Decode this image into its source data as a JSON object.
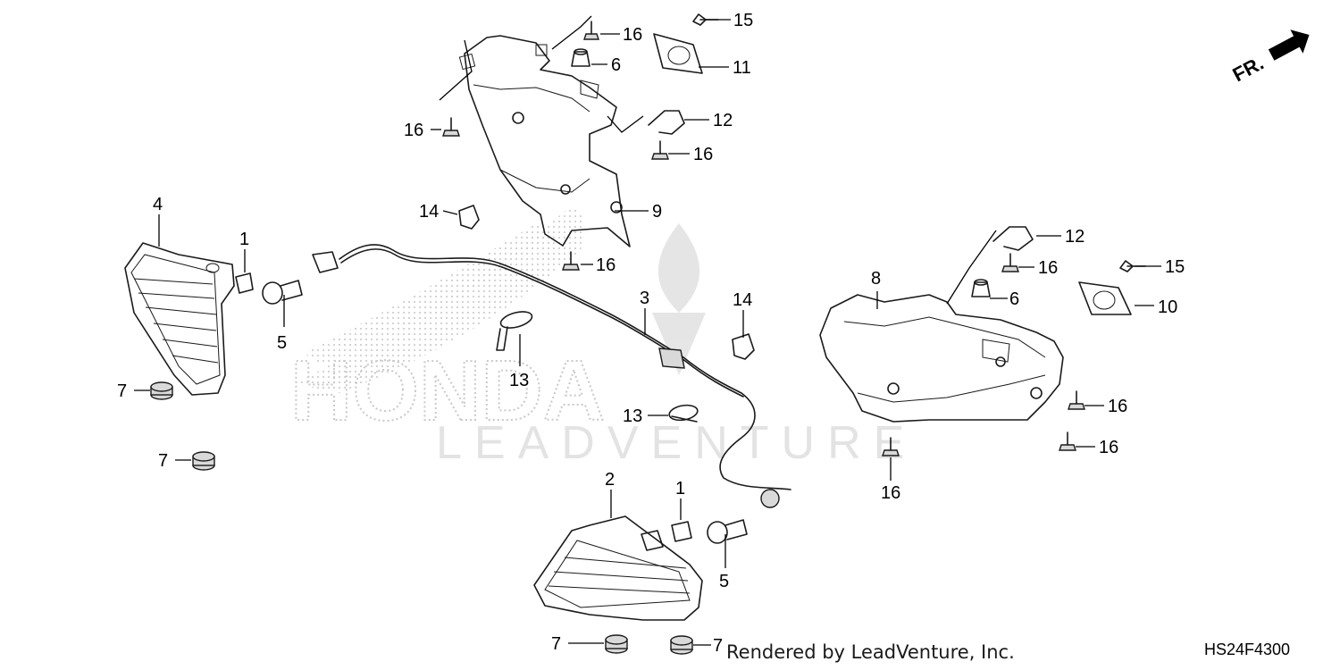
{
  "watermark": {
    "brand": "HONDA",
    "text": "LEADVENTURE"
  },
  "direction_label": "FR.",
  "diagram_code": "HS24F4300",
  "footer_text": "Rendered by LeadVenture, Inc.",
  "callouts": {
    "c1a": "1",
    "c1b": "1",
    "c2": "2",
    "c3": "3",
    "c4": "4",
    "c5a": "5",
    "c5b": "5",
    "c6a": "6",
    "c6b": "6",
    "c7a": "7",
    "c7b": "7",
    "c7c": "7",
    "c7d": "7",
    "c8": "8",
    "c9": "9",
    "c10": "10",
    "c11": "11",
    "c12a": "12",
    "c12b": "12",
    "c13a": "13",
    "c13b": "13",
    "c14a": "14",
    "c14b": "14",
    "c15a": "15",
    "c15b": "15",
    "c16a": "16",
    "c16b": "16",
    "c16c": "16",
    "c16d": "16",
    "c16e": "16",
    "c16f": "16",
    "c16g": "16",
    "c16h": "16"
  },
  "colors": {
    "line": "#1a1a1a",
    "watermark": "#e3e3e3",
    "background": "#ffffff"
  }
}
